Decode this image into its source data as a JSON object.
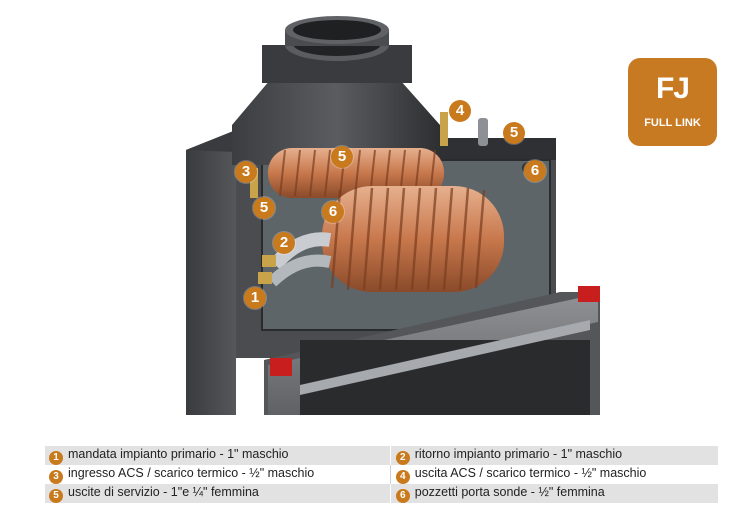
{
  "logo": {
    "mark": "FJ",
    "text": "FULL LINK"
  },
  "markers": [
    "1",
    "2",
    "3",
    "4",
    "5",
    "5",
    "5",
    "6",
    "6"
  ],
  "legend": [
    [
      {
        "num": "1",
        "text": "mandata impianto primario - 1\" maschio"
      },
      {
        "num": "2",
        "text": "ritorno impianto primario - 1\" maschio"
      }
    ],
    [
      {
        "num": "3",
        "text": "ingresso ACS / scarico termico - ½\" maschio"
      },
      {
        "num": "4",
        "text": "uscita ACS / scarico termico - ½\" maschio"
      }
    ],
    [
      {
        "num": "5",
        "text": "uscite di servizio - 1\"e ¼\" femmina"
      },
      {
        "num": "6",
        "text": "pozzetti porta sonde - ½\" femmina"
      }
    ]
  ],
  "colors": {
    "accent": "#c97a1d",
    "logo_bg": "#c87a23",
    "row_shade": "#e2e2e2"
  }
}
